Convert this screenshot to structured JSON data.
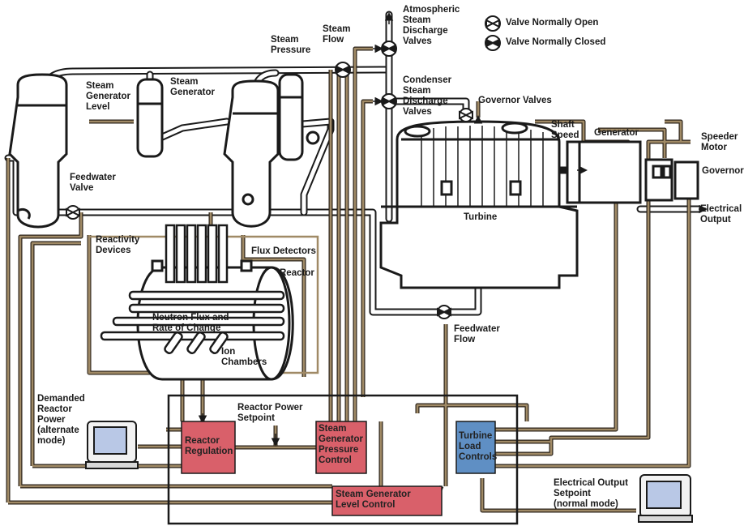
{
  "legend": {
    "open": "Valve Normally Open",
    "closed": "Valve Normally Closed"
  },
  "labels": {
    "atmospheric": "Atmospheric\nSteam\nDischarge\nValves",
    "condenser": "Condenser\nSteam\nDischarge\nValves",
    "steam_flow": "Steam\nFlow",
    "steam_pressure": "Steam\nPressure",
    "steam_generator": "Steam\nGenerator",
    "sg_level": "Steam\nGenerator\nLevel",
    "governor_valves": "Governor Valves",
    "shaft_speed": "Shaft\nSpeed",
    "generator": "Generator",
    "speeder_motor": "Speeder\nMotor",
    "governor": "Governor",
    "electrical_output": "Electrical\nOutput",
    "turbine": "Turbine",
    "feedwater_valve": "Feedwater\nValve",
    "reactivity_devices": "Reactivity\nDevices",
    "flux_detectors": "Flux Detectors",
    "reactor": "Reactor",
    "neutron_flux": "Neutron Flux and\nRate of Change",
    "ion_chambers": "Ion\nChambers",
    "feedwater_flow": "Feedwater\nFlow",
    "demanded_power": "Demanded\nReactor\nPower\n(alternate\nmode)",
    "reactor_power_setpoint": "Reactor Power\nSetpoint",
    "electrical_output_setpoint": "Electrical Output\nSetpoint\n(normal mode)"
  },
  "control_boxes": {
    "reactor_regulation": "Reactor\nRegulation",
    "sg_pressure_control": "Steam\nGenerator\nPressure\nControl",
    "turbine_load_controls": "Turbine\nLoad\nControls",
    "sg_level_control": "Steam Generator\nLevel Control"
  },
  "colors": {
    "signal_line": "#a08a66",
    "pipe_fill": "#ffffff",
    "outline": "#1a1a1a",
    "control_box_red": "#d9606a",
    "control_box_blue": "#5f8fc4",
    "monitor_screen": "#b9c8e6"
  }
}
